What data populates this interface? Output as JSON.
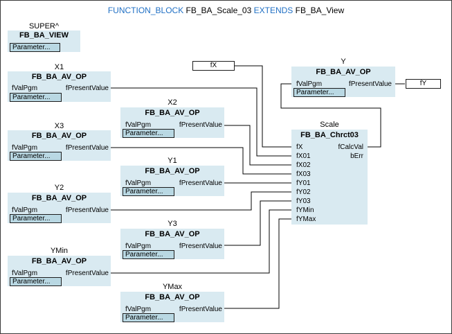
{
  "header": {
    "keyword_function_block": "FUNCTION_BLOCK",
    "block_name": "FB_BA_Scale_03",
    "keyword_extends": "EXTENDS",
    "base_name": "FB_BA_View"
  },
  "param_label": "Parameter...",
  "super_block": {
    "instance": "SUPER^",
    "type": "FB_BA_VIEW"
  },
  "av_blocks": [
    {
      "instance": "X1",
      "type": "FB_BA_AV_OP",
      "in": "fValPgm",
      "out": "fPresentValue"
    },
    {
      "instance": "X2",
      "type": "FB_BA_AV_OP",
      "in": "fValPgm",
      "out": "fPresentValue"
    },
    {
      "instance": "X3",
      "type": "FB_BA_AV_OP",
      "in": "fValPgm",
      "out": "fPresentValue"
    },
    {
      "instance": "Y1",
      "type": "FB_BA_AV_OP",
      "in": "fValPgm",
      "out": "fPresentValue"
    },
    {
      "instance": "Y2",
      "type": "FB_BA_AV_OP",
      "in": "fValPgm",
      "out": "fPresentValue"
    },
    {
      "instance": "Y3",
      "type": "FB_BA_AV_OP",
      "in": "fValPgm",
      "out": "fPresentValue"
    },
    {
      "instance": "YMin",
      "type": "FB_BA_AV_OP",
      "in": "fValPgm",
      "out": "fPresentValue"
    },
    {
      "instance": "YMax",
      "type": "FB_BA_AV_OP",
      "in": "fValPgm",
      "out": "fPresentValue"
    },
    {
      "instance": "Y",
      "type": "FB_BA_AV_OP",
      "in": "fValPgm",
      "out": "fPresentValue"
    }
  ],
  "scale_block": {
    "instance": "Scale",
    "type": "FB_BA_Chrct03",
    "inputs": [
      "fX",
      "fX01",
      "fX02",
      "fX03",
      "fY01",
      "fY02",
      "fY03",
      "fYMin",
      "fYMax"
    ],
    "outputs": [
      "fCalcVal",
      "bErr"
    ]
  },
  "variables": {
    "input_var": "fX",
    "output_var": "fY"
  }
}
